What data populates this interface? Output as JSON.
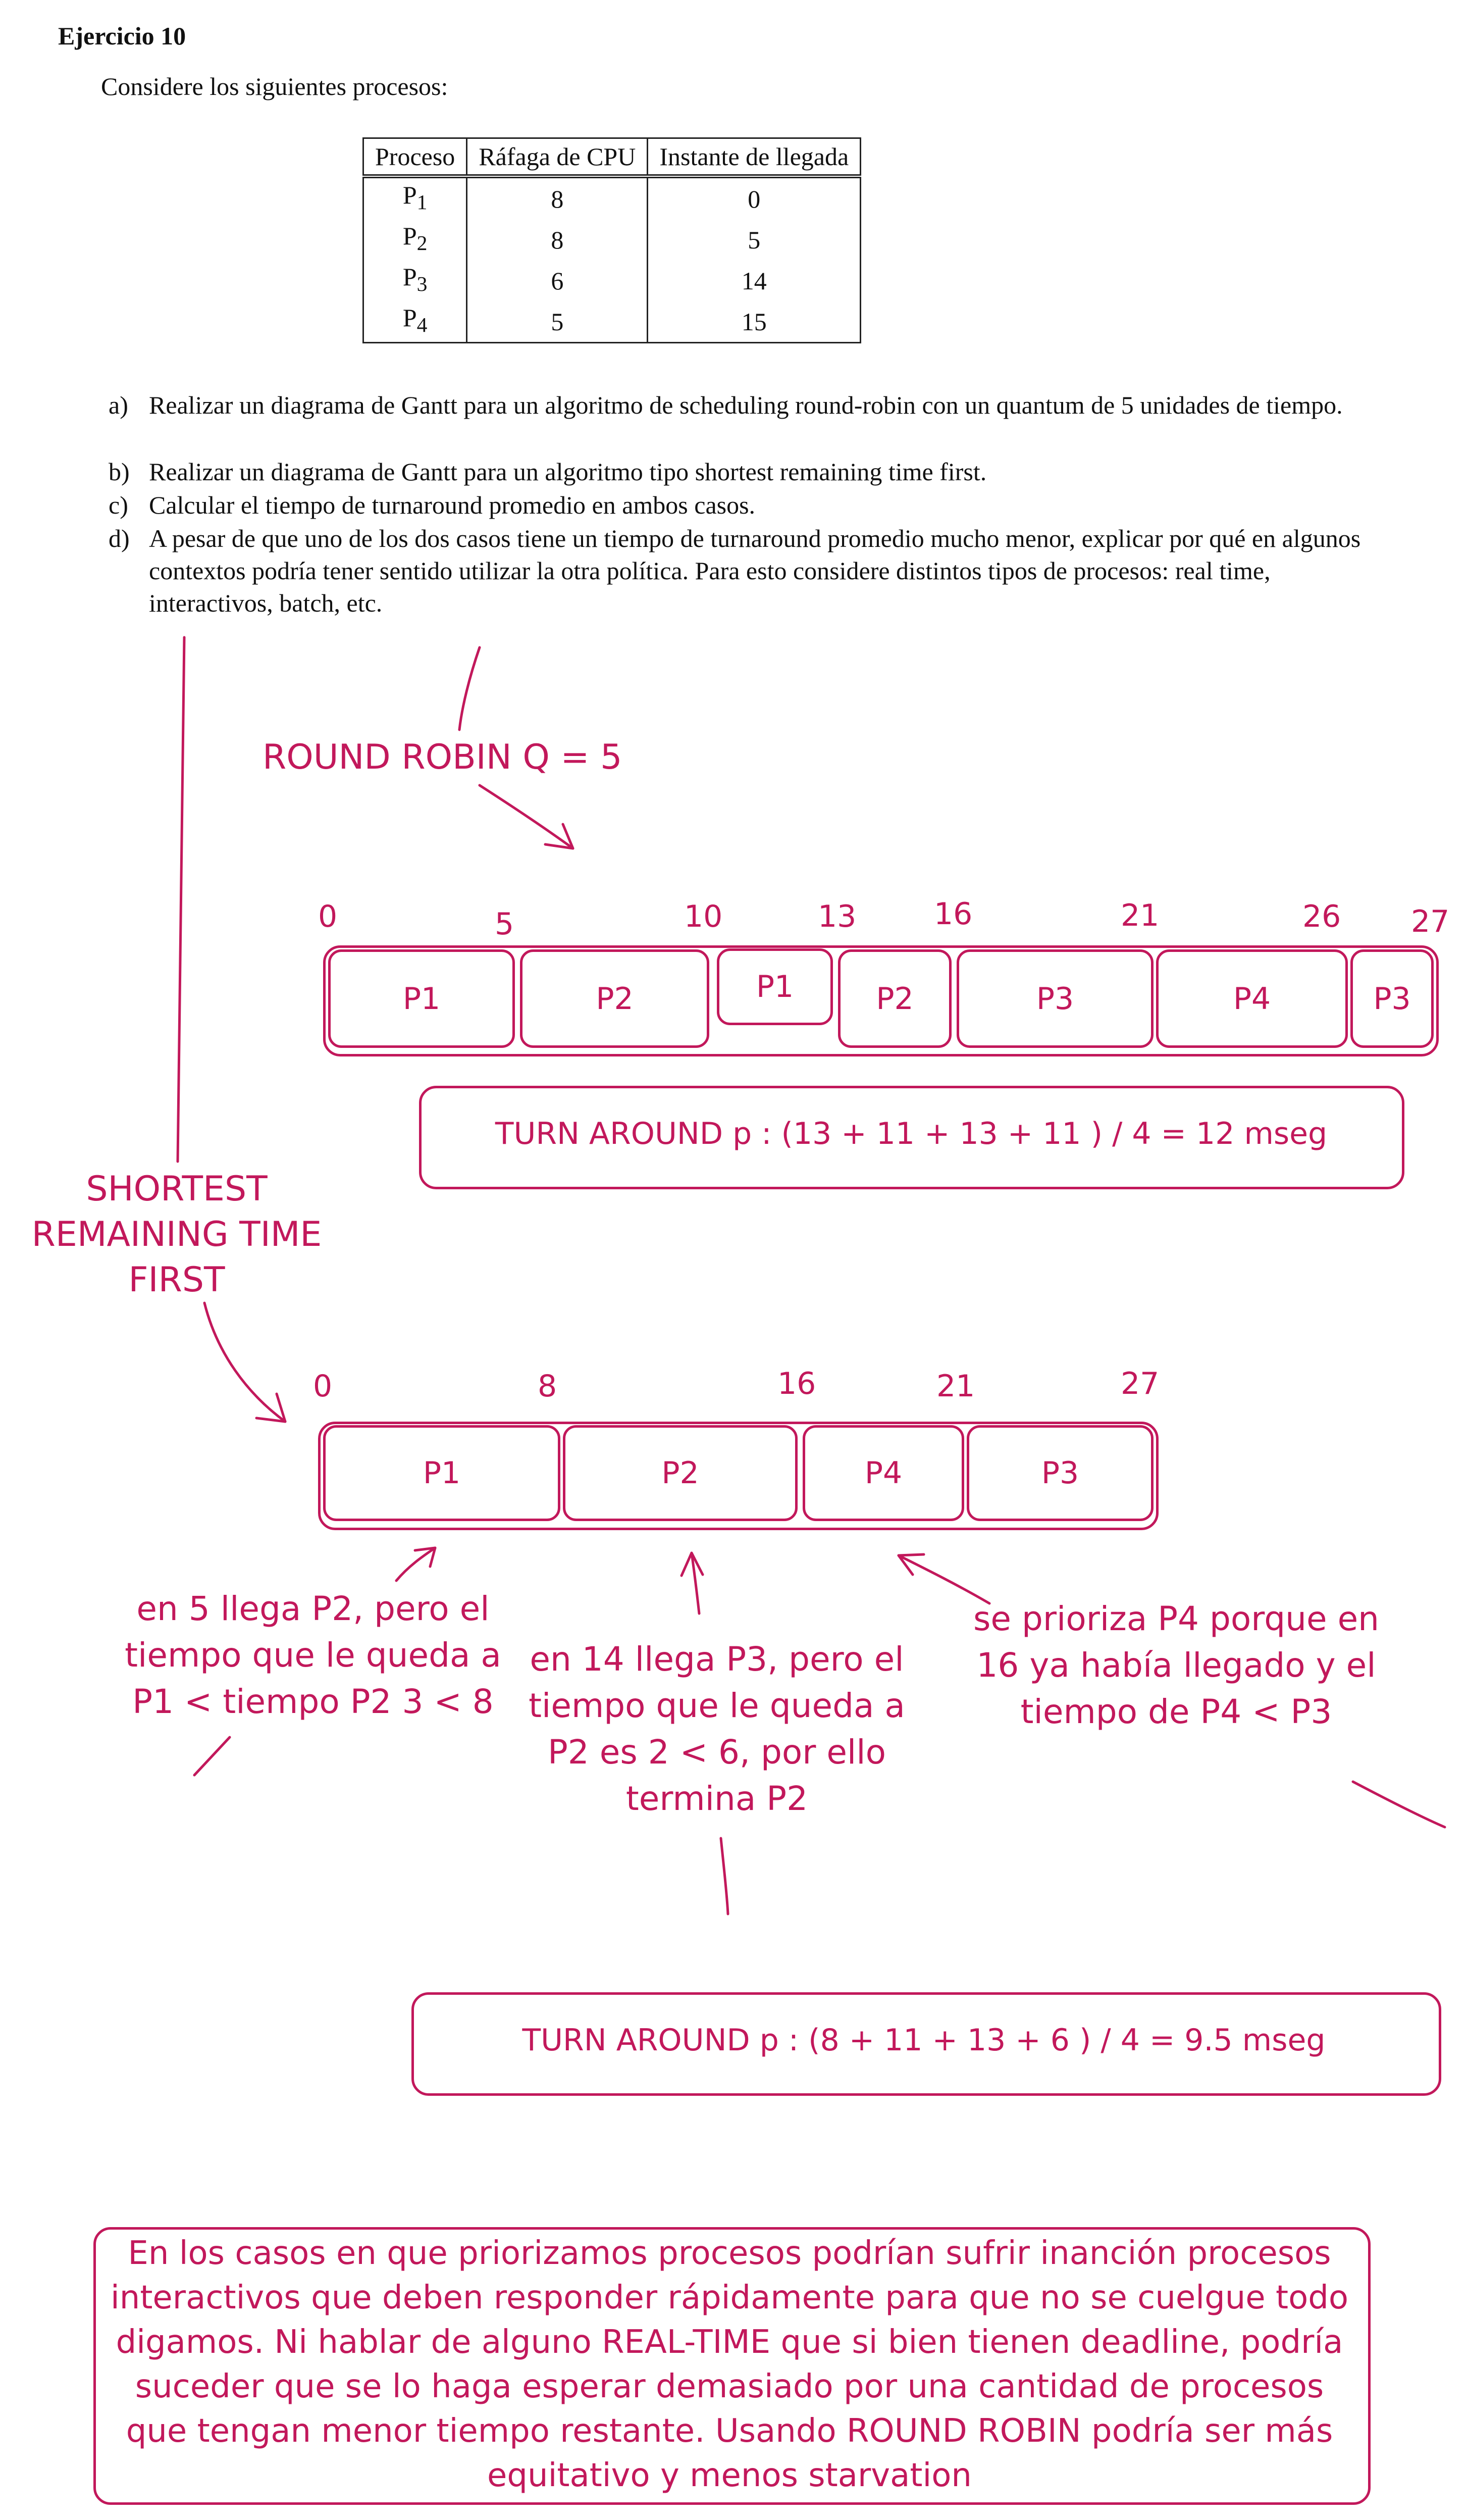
{
  "exercise": {
    "title": "Ejercicio 10",
    "intro": "Considere los siguientes procesos:",
    "table": {
      "headers": [
        "Proceso",
        "Ráfaga de CPU",
        "Instante de llegada"
      ],
      "rows": [
        {
          "p": "P",
          "sub": "1",
          "burst": "8",
          "arrival": "0"
        },
        {
          "p": "P",
          "sub": "2",
          "burst": "8",
          "arrival": "5"
        },
        {
          "p": "P",
          "sub": "3",
          "burst": "6",
          "arrival": "14"
        },
        {
          "p": "P",
          "sub": "4",
          "burst": "5",
          "arrival": "15"
        }
      ]
    },
    "questions": {
      "a_label": "a)",
      "a_text": "Realizar un diagrama de Gantt para un algoritmo de scheduling round-robin con un quantum de 5 unidades de tiempo.",
      "b_label": "b)",
      "b_text": "Realizar un diagrama de Gantt para un algoritmo tipo shortest remaining time first.",
      "c_label": "c)",
      "c_text": "Calcular el tiempo de turnaround promedio en ambos casos.",
      "d_label": "d)",
      "d_text": "A pesar de que uno de los dos casos tiene un tiempo de turnaround promedio mucho menor, explicar por qué en algunos contextos podría tener sentido utilizar la otra política. Para esto considere distintos tipos de procesos: real time, interactivos, batch, etc."
    }
  },
  "annotations": {
    "ink_color": "#c2185b",
    "rr": {
      "title": "ROUND ROBIN Q = 5",
      "ticks": [
        "0",
        "5",
        "10",
        "13",
        "16",
        "21",
        "26",
        "27"
      ],
      "segments": [
        "P1",
        "P2",
        "P1",
        "P2",
        "P3",
        "P4",
        "P3"
      ],
      "turnaround": "TURN AROUND p : (13 + 11 + 13 + 11 ) / 4 = 12 mseg"
    },
    "srtf": {
      "title_line1": "SHORTEST",
      "title_line2": "REMAINING TIME",
      "title_line3": "FIRST",
      "ticks": [
        "0",
        "8",
        "16",
        "21",
        "27"
      ],
      "segments": [
        "P1",
        "P2",
        "P4",
        "P3"
      ],
      "note1": "en 5 llega P2, pero el tiempo que le queda a P1 < tiempo P2 3 < 8",
      "note2": "en 14 llega P3, pero el tiempo que le queda a P2 es 2 < 6, por ello termina P2",
      "note3": "se prioriza P4 porque en 16 ya había llegado y el tiempo de P4 < P3",
      "turnaround": "TURN AROUND p : (8  + 11 + 13 + 6 ) / 4 = 9.5 mseg"
    },
    "conclusion": "En los casos en que priorizamos procesos podrían sufrir inanción procesos interactivos que deben responder rápidamente para que no se cuelgue todo digamos. Ni hablar de alguno REAL-TIME que si bien tienen deadline, podría suceder que se lo haga esperar demasiado por una cantidad de procesos que tengan menor tiempo restante. Usando ROUND ROBIN podría ser más equitativo y menos starvation"
  }
}
